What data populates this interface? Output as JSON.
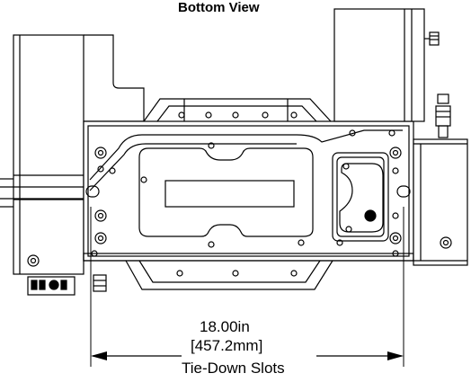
{
  "title": "Bottom View",
  "dimension": {
    "inches": "18.00in",
    "millimeters": "[457.2mm]",
    "caption": "Tie-Down Slots"
  }
}
